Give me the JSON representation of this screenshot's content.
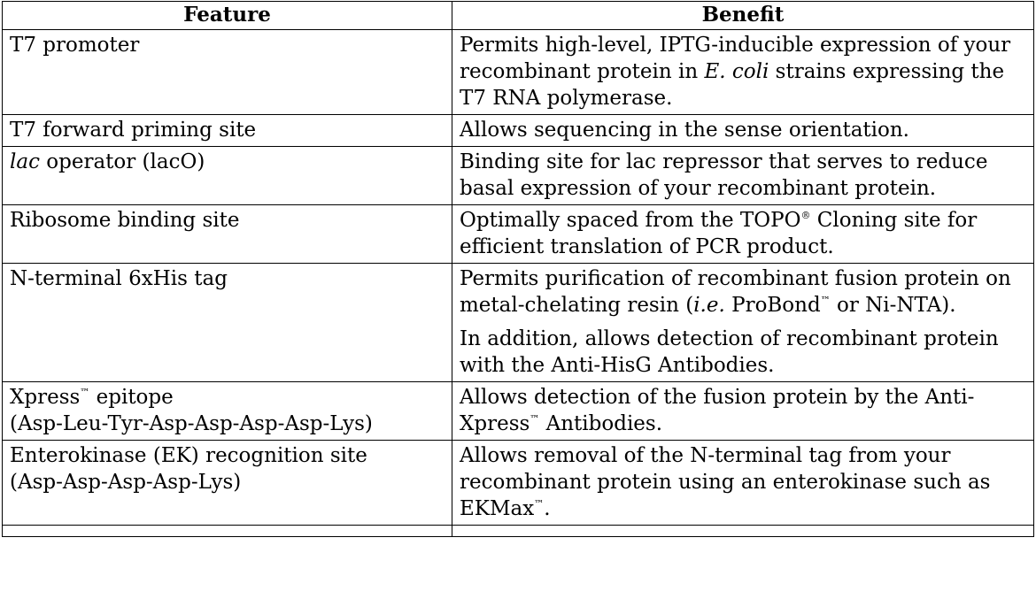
{
  "header": {
    "feature": "Feature",
    "benefit": "Benefit"
  },
  "rows": [
    {
      "feature": {
        "main": "T7 promoter"
      },
      "benefit": {
        "p1": "Permits high-level, IPTG-inducible expression of your recombinant protein in ",
        "p1_italic": "E. coli",
        "p1_end": " strains expressing the T7 RNA polymerase."
      }
    },
    {
      "feature": {
        "main": "T7 forward priming site"
      },
      "benefit": {
        "p1": "Allows sequencing in the sense orientation."
      }
    },
    {
      "feature": {
        "italic": "lac",
        "main": " operator (lacO)"
      },
      "benefit": {
        "p1": "Binding site for lac repressor that serves to reduce basal expression of your recombinant protein."
      }
    },
    {
      "feature": {
        "main": "Ribosome binding site"
      },
      "benefit": {
        "p1": "Optimally spaced from the TOPO",
        "p1_sup": "®",
        "p1_end": " Cloning site for efficient translation of PCR product."
      }
    },
    {
      "feature": {
        "main": "N-terminal 6xHis tag"
      },
      "benefit": {
        "p1": "Permits purification of recombinant fusion protein on metal-chelating resin (",
        "p1_italic": "i.e.",
        "p1_mid": " ProBond",
        "p1_sup": "™",
        "p1_end": " or Ni-NTA).",
        "p2": "In addition, allows detection of recombinant protein with the Anti-HisG Antibodies."
      }
    },
    {
      "feature": {
        "main": "Xpress",
        "sup": "™",
        "main_end": " epitope",
        "line2": "(Asp-Leu-Tyr-Asp-Asp-Asp-Asp-Lys)"
      },
      "benefit": {
        "p1": "Allows detection of the fusion protein by the Anti-Xpress",
        "p1_sup": "™",
        "p1_end": " Antibodies."
      }
    },
    {
      "feature": {
        "main": "Enterokinase (EK) recognition site",
        "line2": "(Asp-Asp-Asp-Asp-Lys)"
      },
      "benefit": {
        "p1": "Allows removal of the N-terminal tag from your recombinant protein using an enterokinase such as EKMax",
        "p1_sup": "™",
        "p1_end": "."
      }
    }
  ]
}
